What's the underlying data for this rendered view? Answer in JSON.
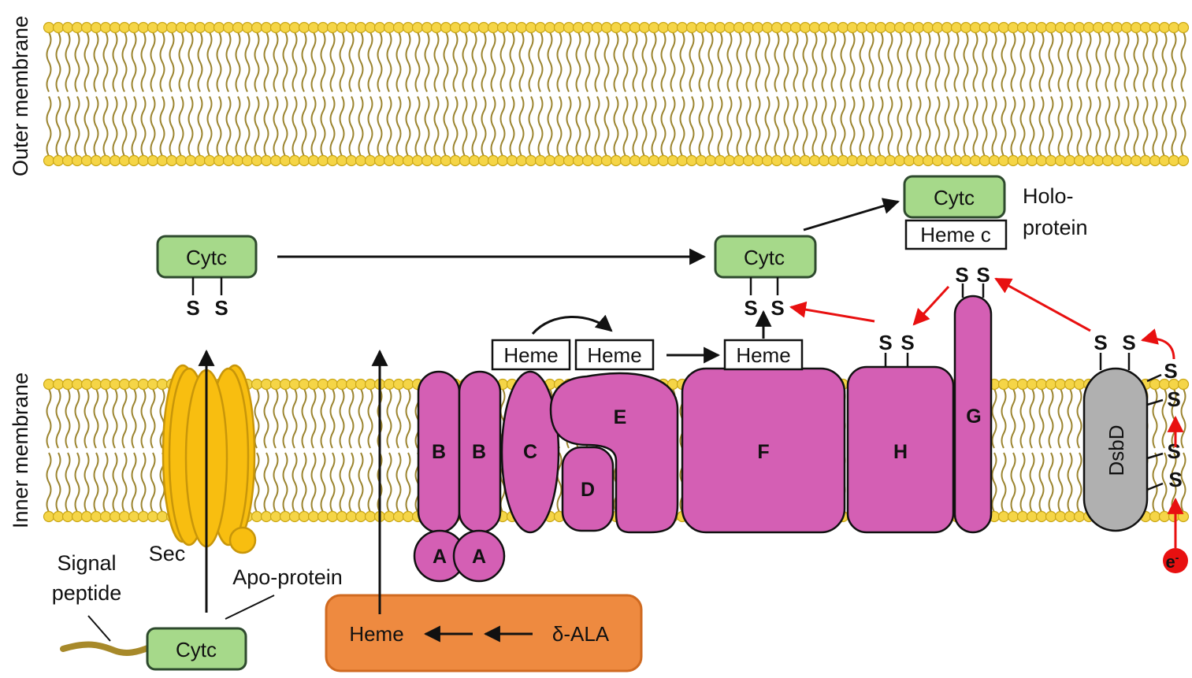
{
  "membranes": {
    "outer": "Outer membrane",
    "inner": "Inner membrane"
  },
  "labels": {
    "signal_peptide_1": "Signal",
    "signal_peptide_2": "peptide",
    "sec": "Sec",
    "apo_protein": "Apo-protein",
    "holo_1": "Holo-",
    "holo_2": "protein",
    "cytc": "Cytc",
    "heme": "Heme",
    "heme_c": "Heme c",
    "delta_ala": "δ-ALA",
    "sulfur": "S",
    "electron": "e",
    "electron_sup": "-",
    "dsbd": "DsbD"
  },
  "subunits": [
    "A",
    "A",
    "B",
    "B",
    "C",
    "D",
    "E",
    "F",
    "H",
    "G"
  ],
  "colors": {
    "lipid_head": "#F5D547",
    "lipid_head_stroke": "#C9A615",
    "lipid_tail": "#9C8530",
    "sec_protein": "#F8BE10",
    "ccm_protein": "#D45FB4",
    "cytc_fill": "#A6D98A",
    "cytc_stroke": "#2E4A2E",
    "heme_synth": "#EE8A40",
    "dsbd": "#B0B0B0",
    "redox_arrow": "#E81010"
  }
}
